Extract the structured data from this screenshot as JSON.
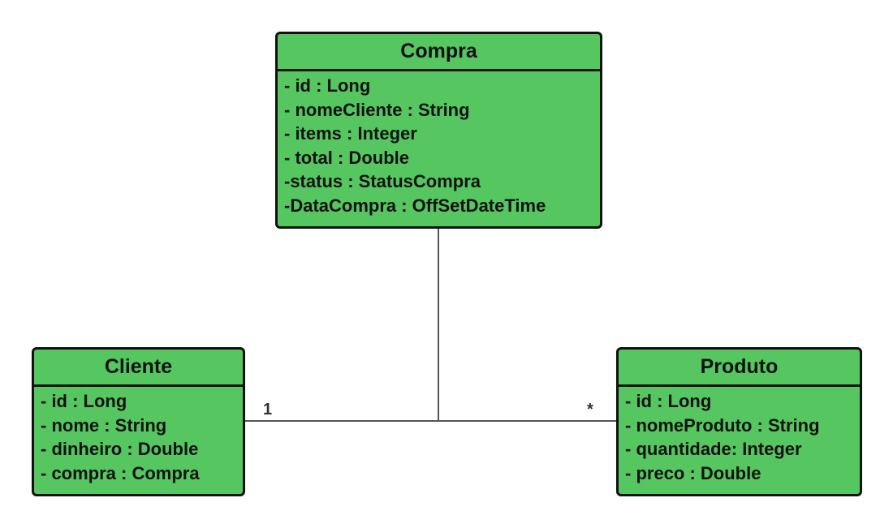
{
  "diagram": {
    "colors": {
      "class_fill": "#55c660",
      "class_border": "#111111",
      "connector": "#555555"
    },
    "classes": {
      "compra": {
        "name": "Compra",
        "attributes": [
          "- id : Long",
          "- nomeCliente : String",
          "- items : Integer",
          "- total : Double",
          "-status : StatusCompra",
          "-DataCompra : OffSetDateTime"
        ]
      },
      "cliente": {
        "name": "Cliente",
        "attributes": [
          "- id : Long",
          "- nome : String",
          "- dinheiro : Double",
          "- compra : Compra"
        ]
      },
      "produto": {
        "name": "Produto",
        "attributes": [
          "- id : Long",
          "- nomeProduto : String",
          "- quantidade: Integer",
          "- preco : Double"
        ]
      }
    },
    "associations": [
      {
        "from": "Cliente",
        "to": "Produto",
        "association_class": "Compra",
        "from_multiplicity": "1",
        "to_multiplicity": "*"
      }
    ]
  }
}
